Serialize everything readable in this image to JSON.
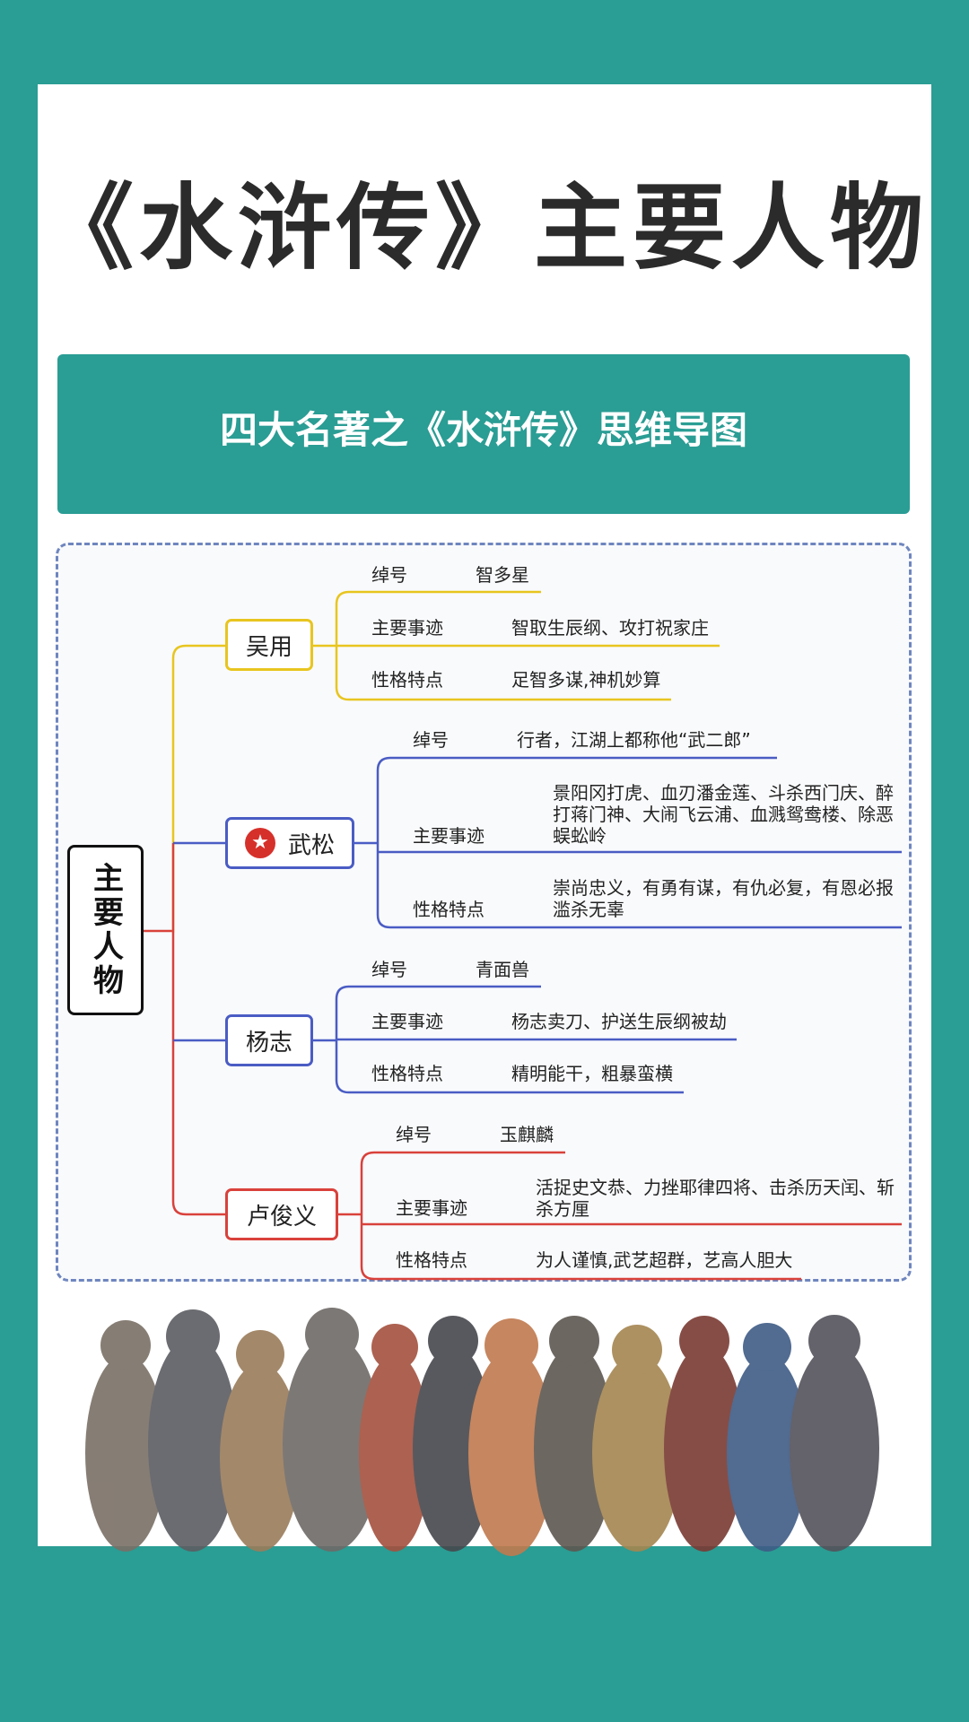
{
  "title": "《水浒传》主要人物",
  "banner": "四大名著之《水浒传》思维导图",
  "root": "主要人物",
  "colors": {
    "teal": "#2a9d94",
    "yellow": "#e8c51f",
    "blue": "#4a5cc4",
    "red": "#d9413b"
  },
  "characters": [
    {
      "name": "吴用",
      "rows": [
        {
          "label": "绰号",
          "value": "智多星"
        },
        {
          "label": "主要事迹",
          "value": "智取生辰纲、攻打祝家庄"
        },
        {
          "label": "性格特点",
          "value": "足智多谋,神机妙算"
        }
      ]
    },
    {
      "name": "武松",
      "icon": "star-icon",
      "rows": [
        {
          "label": "绰号",
          "value": "行者，江湖上都称他“武二郎”"
        },
        {
          "label": "主要事迹",
          "value": "景阳冈打虎、血刃潘金莲、斗杀西门庆、醉打蒋门神、大闹飞云浦、血溅鸳鸯楼、除恶蜈蚣岭"
        },
        {
          "label": "性格特点",
          "value": "崇尚忠义，有勇有谋，有仇必复，有恩必报滥杀无辜"
        }
      ]
    },
    {
      "name": "杨志",
      "rows": [
        {
          "label": "绰号",
          "value": "青面兽"
        },
        {
          "label": "主要事迹",
          "value": "杨志卖刀、护送生辰纲被劫"
        },
        {
          "label": "性格特点",
          "value": "精明能干，粗暴蛮横"
        }
      ]
    },
    {
      "name": "卢俊义",
      "rows": [
        {
          "label": "绰号",
          "value": "玉麒麟"
        },
        {
          "label": "主要事迹",
          "value": "活捉史文恭、力挫耶律四将、击杀历天闰、斩杀方厘"
        },
        {
          "label": "性格特点",
          "value": "为人谨慎,武艺超群，艺高人胆大"
        }
      ]
    }
  ]
}
